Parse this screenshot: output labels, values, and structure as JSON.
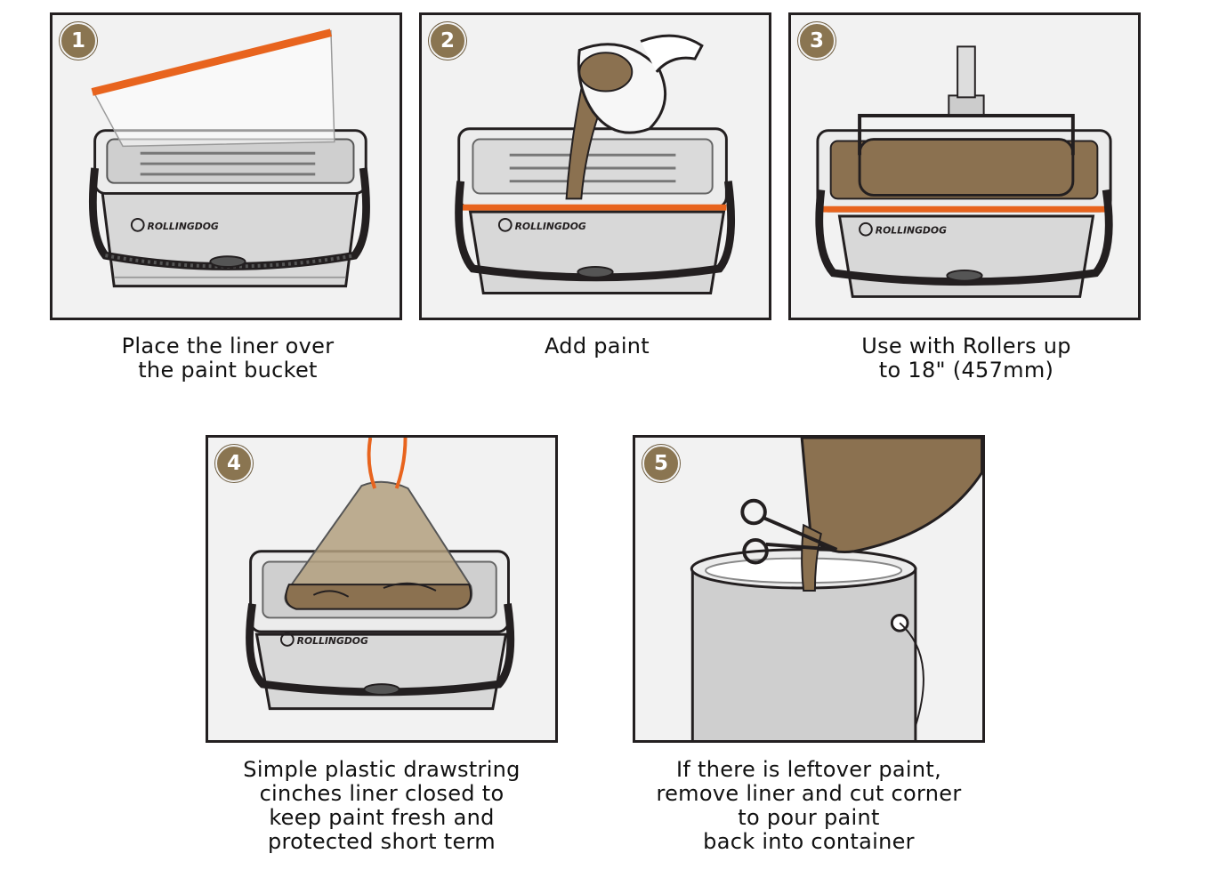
{
  "steps": [
    {
      "number": "1",
      "caption": [
        "Place the liner over",
        "the paint bucket"
      ]
    },
    {
      "number": "2",
      "caption": [
        "Add paint"
      ]
    },
    {
      "number": "3",
      "caption": [
        "Use with Rollers up",
        "to 18\" (457mm)"
      ]
    },
    {
      "number": "4",
      "caption": [
        "Simple plastic drawstring",
        "cinches liner closed to",
        "keep paint fresh and",
        "protected short term"
      ]
    },
    {
      "number": "5",
      "caption": [
        "If there is leftover paint,",
        "remove liner and cut corner",
        "to pour paint",
        "back into container"
      ]
    }
  ],
  "brand": "ROLLINGDOG",
  "colors": {
    "badge": "#8a7551",
    "paint": "#8b7150",
    "liner_rim": "#e8641e",
    "frame": "#231f20"
  }
}
